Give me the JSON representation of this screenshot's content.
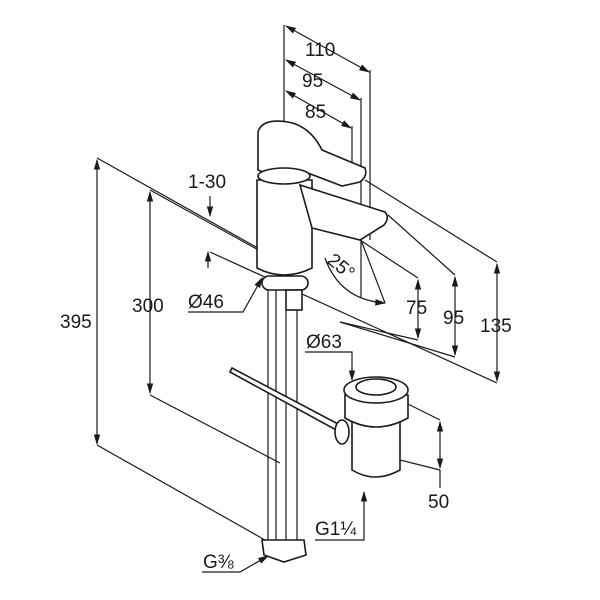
{
  "title": "Basin mixer dimension drawing",
  "dimensions": {
    "d110": "110",
    "d95_top": "95",
    "d85": "85",
    "d1_30": "1-30",
    "angle": "25°",
    "d395": "395",
    "d300": "300",
    "dia46": "Ø46",
    "d75": "75",
    "d95_right": "95",
    "d135": "135",
    "dia63": "Ø63",
    "d50": "50",
    "thread_waste": "G1¼",
    "thread_supply": "G⅜"
  },
  "colors": {
    "line": "#1a1a1a",
    "background": "#ffffff"
  }
}
